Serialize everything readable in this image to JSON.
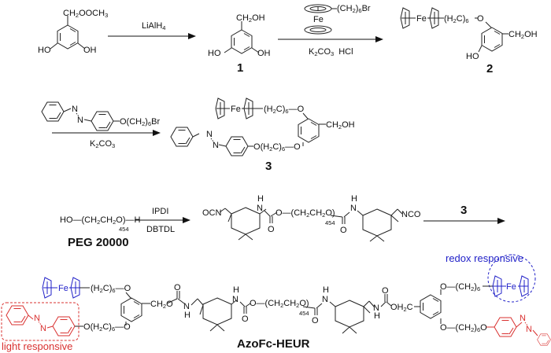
{
  "colors": {
    "light": "#d9302f",
    "redox": "#2121c8",
    "ink": "#111111"
  },
  "row1": {
    "sm_substituent": "CH",
    "sm_substituent_sub": "2",
    "sm_substituent_tail": "OOCH",
    "sm_substituent_sub2": "3",
    "oh": "OH",
    "ho": "HO",
    "reagent1": "LiAlH",
    "reagent1_sub": "4",
    "c1_sub": "CH",
    "c1_sub2": "2",
    "c1_tail": "OH",
    "c1_label": "1",
    "fc_chain": "(CH",
    "fc_chain_sub": "2",
    "fc_chain_tail": ")",
    "fc_chain_n": "6",
    "fc_chain_br": "Br",
    "fe": "Fe",
    "reagent2a": "K",
    "reagent2a_sub": "2",
    "reagent2b": "CO",
    "reagent2b_sub": "3",
    "reagent2c": "HCl",
    "c2_chain": "(H",
    "c2_chain_sub": "2",
    "c2_chain_tail": "C)",
    "c2_chain_n": "6",
    "o": "O",
    "c2_label": "2"
  },
  "row2": {
    "azo_n": "N",
    "azo_reagent": "O(CH",
    "azo_reagent_sub": "2",
    "azo_reagent_tail": ")",
    "azo_reagent_n": "6",
    "azo_reagent_br": "Br",
    "reagent3a": "K",
    "reagent3a_sub": "2",
    "reagent3b": "CO",
    "reagent3b_sub": "3",
    "c3_label": "3"
  },
  "row3": {
    "peg_formula_a": "HO",
    "peg_formula_b": "CH",
    "peg_formula_c": "2",
    "peg_formula_d": "CH",
    "peg_formula_e": "2",
    "peg_formula_f": "O",
    "peg_formula_h": "H",
    "peg_n": "454",
    "peg_label": "PEG 20000",
    "reagent4a": "IPDI",
    "reagent4b": "DBTDL",
    "ocn": "OCN",
    "nco": "NCO",
    "nh_h": "H",
    "nh_n": "N",
    "peg_mid": "O—(CH",
    "peg_mid_sub": "2",
    "peg_mid_b": "CH",
    "peg_mid_sub2": "2",
    "peg_mid_c": "O)",
    "c_o": "O",
    "reagent5": "3"
  },
  "row4": {
    "redox_label": "redox responsive",
    "light_label": "light responsive",
    "product_label": "AzoFc-HEUR",
    "ch2o": "CH",
    "ch2o_sub": "2",
    "ch2o_tail": "O",
    "oh2c": "OH",
    "oh2c_sub": "2",
    "oh2c_tail": "C",
    "chain_right_top": "O—(CH",
    "chain_right_bot": "O—(CH",
    "chain_sub": "2",
    "chain_close": ")",
    "chain_n": "6",
    "chain_o": "O"
  }
}
